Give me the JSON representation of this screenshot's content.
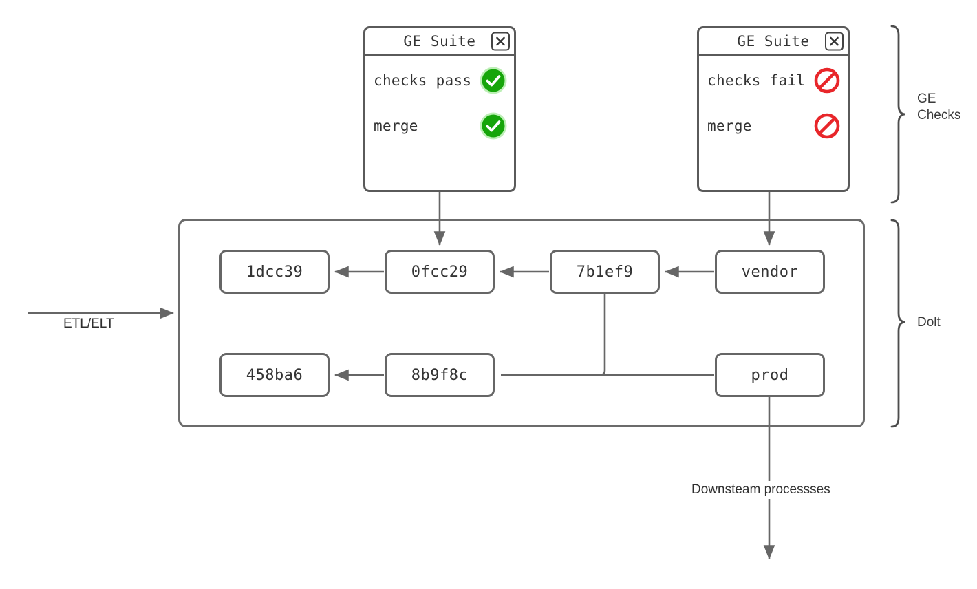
{
  "diagram": {
    "title": "Dolt + Great Expectations checks flow",
    "colors": {
      "stroke": "#666666",
      "panel_stroke": "#5a5a5a",
      "text": "#333333",
      "pass_green": "#16a50a",
      "fail_red": "#e8262a",
      "background": "#ffffff"
    },
    "panels": [
      {
        "id": "ge-suite-pass",
        "title": "GE Suite",
        "close_icon": "close-icon",
        "rows": [
          {
            "label": "checks pass",
            "status": "pass",
            "status_icon": "check-circle-icon"
          },
          {
            "label": "merge",
            "status": "pass",
            "status_icon": "check-circle-icon"
          }
        ]
      },
      {
        "id": "ge-suite-fail",
        "title": "GE Suite",
        "close_icon": "close-icon",
        "rows": [
          {
            "label": "checks fail",
            "status": "fail",
            "status_icon": "no-entry-icon"
          },
          {
            "label": "merge",
            "status": "fail",
            "status_icon": "no-entry-icon"
          }
        ]
      }
    ],
    "nodes": [
      {
        "id": "n-1dcc39",
        "label": "1dcc39",
        "kind": "commit"
      },
      {
        "id": "n-0fcc29",
        "label": "0fcc29",
        "kind": "commit"
      },
      {
        "id": "n-7b1ef9",
        "label": "7b1ef9",
        "kind": "commit"
      },
      {
        "id": "n-vendor",
        "label": "vendor",
        "kind": "branch"
      },
      {
        "id": "n-458ba6",
        "label": "458ba6",
        "kind": "commit"
      },
      {
        "id": "n-8b9f8c",
        "label": "8b9f8c",
        "kind": "commit"
      },
      {
        "id": "n-prod",
        "label": "prod",
        "kind": "branch"
      }
    ],
    "labels": {
      "etl": "ETL/ELT",
      "downstream": "Downsteam processses"
    },
    "braces": [
      {
        "id": "brace-ge-checks",
        "line1": "GE",
        "line2": "Checks"
      },
      {
        "id": "brace-dolt",
        "line1": "Dolt",
        "line2": ""
      }
    ]
  }
}
